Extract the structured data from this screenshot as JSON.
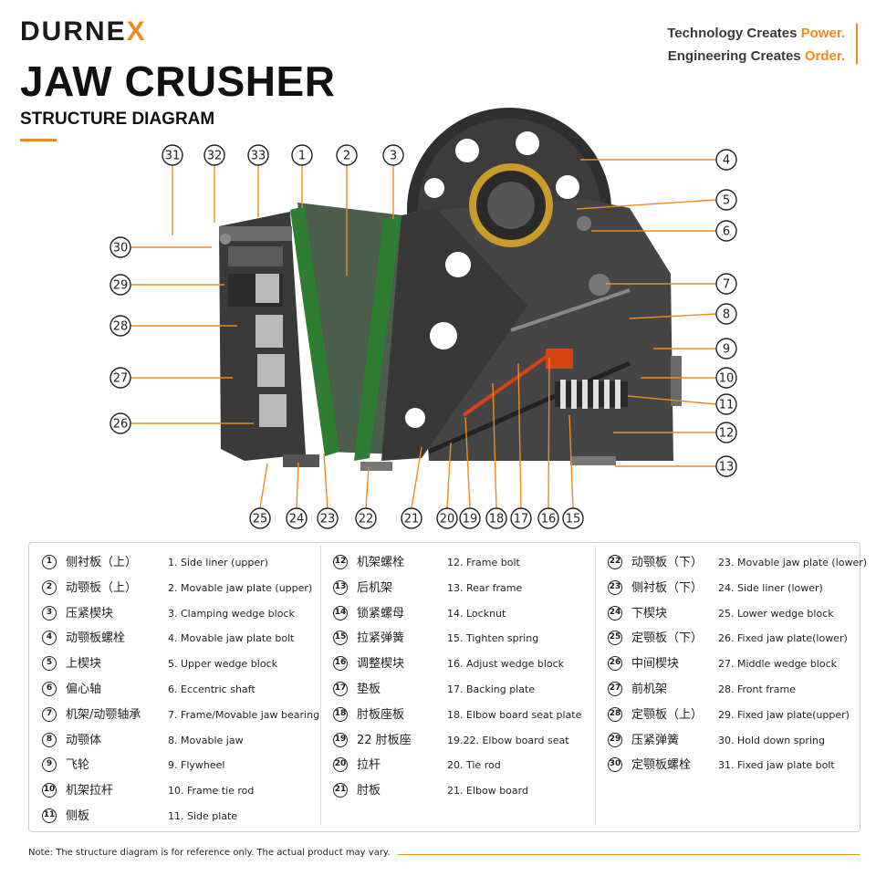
{
  "header": {
    "brand_main": "DURNE",
    "brand_x": "X",
    "title": "JAW CRUSHER",
    "subtitle": "STRUCTURE DIAGRAM",
    "slogan_line1_a": "Technology Creates ",
    "slogan_line1_b": "Power.",
    "slogan_line2_a": "Engineering Creates ",
    "slogan_line2_b": "Order."
  },
  "colors": {
    "accent": "#f08a1c",
    "frame": "#3b3b3b",
    "liner": "#2e7d32",
    "plate": "#4d5d4d"
  },
  "callouts_top": [
    "31",
    "32",
    "33",
    "1",
    "2",
    "3"
  ],
  "callouts_right": [
    "4",
    "5",
    "6",
    "7",
    "8",
    "9",
    "10",
    "11",
    "12",
    "13"
  ],
  "callouts_left": [
    "30",
    "29",
    "28",
    "27",
    "26"
  ],
  "callouts_bottom": [
    "25",
    "24",
    "23",
    "22",
    "21",
    "20",
    "19",
    "18",
    "17",
    "16",
    "15"
  ],
  "legend": [
    [
      {
        "num": "1",
        "cn": "侧衬板（上）",
        "en": "1. Side liner (upper)"
      },
      {
        "num": "2",
        "cn": "动颚板（上）",
        "en": "2. Movable jaw plate (upper)"
      },
      {
        "num": "3",
        "cn": "压紧楔块",
        "en": "3. Clamping wedge block"
      },
      {
        "num": "4",
        "cn": "动颚板螺栓",
        "en": "4. Movable jaw plate bolt"
      },
      {
        "num": "5",
        "cn": "上楔块",
        "en": "5. Upper wedge block"
      },
      {
        "num": "6",
        "cn": "偏心轴",
        "en": "6. Eccentric shaft"
      },
      {
        "num": "7",
        "cn": "机架/动颚轴承",
        "en": "7. Frame/Movable jaw bearing"
      },
      {
        "num": "8",
        "cn": "动颚体",
        "en": "8. Movable jaw"
      },
      {
        "num": "9",
        "cn": "飞轮",
        "en": "9. Flywheel"
      },
      {
        "num": "10",
        "cn": "机架拉杆",
        "en": "10. Frame tie rod"
      },
      {
        "num": "11",
        "cn": "侧板",
        "en": "11. Side plate"
      }
    ],
    [
      {
        "num": "12",
        "cn": "机架螺栓",
        "en": "12. Frame bolt"
      },
      {
        "num": "13",
        "cn": "后机架",
        "en": "13. Rear frame"
      },
      {
        "num": "14",
        "cn": "锁紧螺母",
        "en": "14. Locknut"
      },
      {
        "num": "15",
        "cn": "拉紧弹簧",
        "en": "15. Tighten spring"
      },
      {
        "num": "16",
        "cn": "调整楔块",
        "en": "16. Adjust wedge block"
      },
      {
        "num": "17",
        "cn": "垫板",
        "en": "17. Backing plate"
      },
      {
        "num": "18",
        "cn": "肘板座板",
        "en": "18. Elbow board seat plate"
      },
      {
        "num": "19",
        "cn": "22 肘板座",
        "en": "19.22. Elbow board seat"
      },
      {
        "num": "20",
        "cn": "拉杆",
        "en": "20. Tie rod"
      },
      {
        "num": "21",
        "cn": "肘板",
        "en": "21. Elbow board"
      }
    ],
    [
      {
        "num": "22",
        "cn": "动颚板（下）",
        "en": "23. Movable jaw plate (lower)"
      },
      {
        "num": "23",
        "cn": "侧衬板（下）",
        "en": "24. Side liner (lower)"
      },
      {
        "num": "24",
        "cn": "下楔块",
        "en": "25. Lower wedge block"
      },
      {
        "num": "25",
        "cn": "定颚板（下）",
        "en": "26. Fixed jaw plate(lower)"
      },
      {
        "num": "26",
        "cn": "中间楔块",
        "en": "27. Middle wedge block"
      },
      {
        "num": "27",
        "cn": "前机架",
        "en": "28. Front frame"
      },
      {
        "num": "28",
        "cn": "定颚板（上）",
        "en": "29. Fixed jaw plate(upper)"
      },
      {
        "num": "29",
        "cn": "压紧弹簧",
        "en": "30. Hold down spring"
      },
      {
        "num": "30",
        "cn": "定颚板螺栓",
        "en": "31. Fixed jaw plate bolt"
      }
    ]
  ],
  "note": "Note: The structure diagram is for reference only.  The actual product may vary."
}
